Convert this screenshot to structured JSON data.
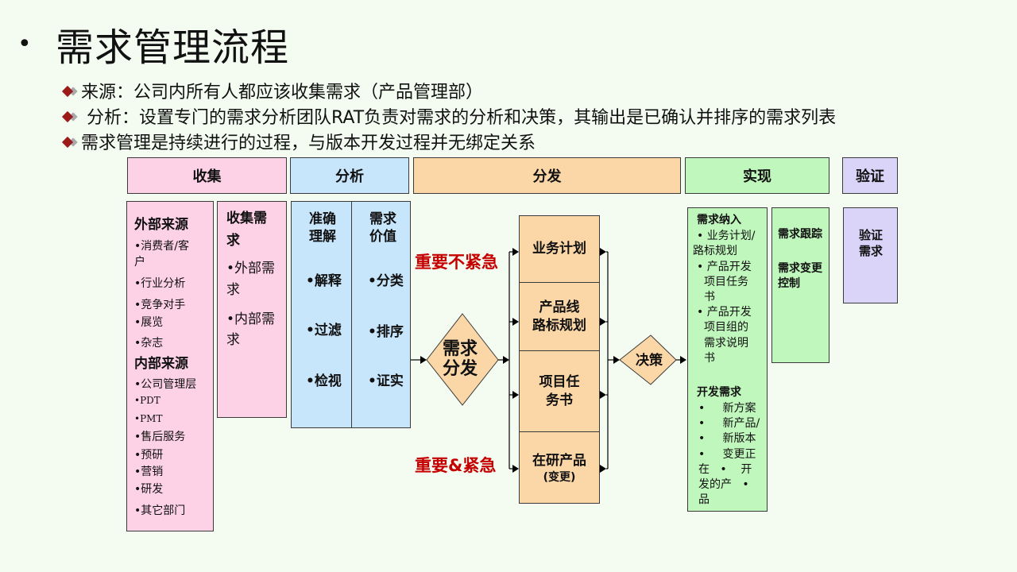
{
  "title": "需求管理流程",
  "title_bullet": "•",
  "bullets": [
    "来源：公司内所有人都应该收集需求（产品管理部）",
    " 分析：设置专门的需求分析团队RAT负责对需求的分析和决策，其输出是已确认并排序的需求列表",
    "需求管理是持续进行的过程，与版本开发过程并无绑定关系"
  ],
  "headers": {
    "collect": "收集",
    "analyze": "分析",
    "distribute": "分发",
    "implement": "实现",
    "verify": "验证"
  },
  "sources": {
    "external_title": "外部来源",
    "external_items": [
      "•消费者/客",
      "户",
      "•行业分析",
      "•竞争对手",
      "•展览",
      "•杂志"
    ],
    "internal_title": "内部来源",
    "internal_items": [
      "•公司管理层",
      "•PDT",
      "•PMT",
      "•售后服务",
      "•预研",
      "•营销",
      "•研发",
      "•其它部门"
    ]
  },
  "collect_req": {
    "title_l1": "收集需",
    "title_l2": "求",
    "items": [
      "•外部需",
      "求",
      "•内部需",
      "求"
    ]
  },
  "analysis_left": {
    "title_l1": "准确",
    "title_l2": "理解",
    "items": [
      "•解释",
      "•过滤",
      "•检视"
    ]
  },
  "analysis_right": {
    "title_l1": "需求",
    "title_l2": "价值",
    "items": [
      "•分类",
      "•排序",
      "•证实"
    ]
  },
  "dispatch_diamond": {
    "l1": "需求",
    "l2": "分发"
  },
  "priority_labels": {
    "top": "重要不紧急",
    "bottom": "重要&紧急"
  },
  "plans": [
    {
      "l1": "业务计划",
      "l2": ""
    },
    {
      "l1": "产品线",
      "l2": "路标规划"
    },
    {
      "l1": "项目任",
      "l2": "务书"
    },
    {
      "l1": "在研产品",
      "l2": "(变更)"
    }
  ],
  "decision": "决策",
  "implement_box": {
    "title1": "需求纳入",
    "items1": [
      "• 业务计划/",
      "路标规划",
      "• 产品开发",
      "项目任务",
      "书",
      "• 产品开发",
      "项目组的",
      "需求说明",
      "书"
    ],
    "title2": "开发需求",
    "items2": [
      "•     新方案",
      "•     新产品/",
      "•     新版本",
      "•     变更正",
      "在   •    开",
      "发的产   •",
      "品"
    ]
  },
  "tracking_box": {
    "t1": "需求跟踪",
    "t2": "需求变更",
    "t3": "控制"
  },
  "verify_box": {
    "l1": "验证",
    "l2": "需求"
  },
  "colors": {
    "pink": "#fdd1e6",
    "blue": "#c7e5fb",
    "orange": "#fbd7a8",
    "green": "#c0f7bc",
    "lavender": "#d9d4f8",
    "accent_red": "#c40000"
  }
}
